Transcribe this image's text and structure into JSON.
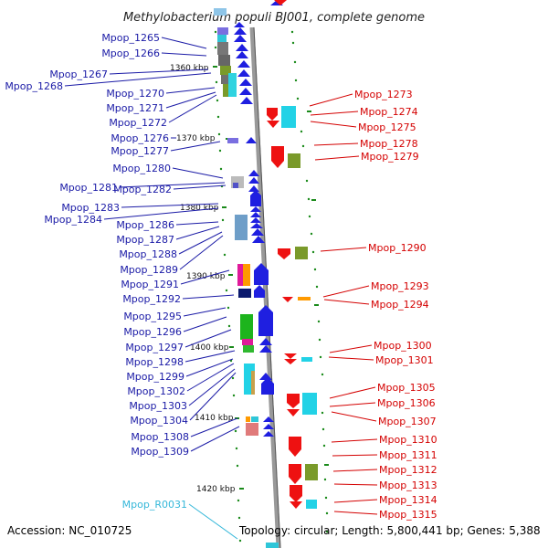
{
  "title": "Methylobacterium populi BJ001, complete genome",
  "accession": "Accession: NC_010725",
  "topology": "Topology: circular; Length: 5,800,441 bp; Genes: 5,388",
  "ticks": [
    "1360 kbp",
    "1370 kbp",
    "1380 kbp",
    "1390 kbp",
    "1400 kbp",
    "1410 kbp",
    "1420 kbp"
  ],
  "left_genes": [
    "Mpop_1265",
    "Mpop_1266",
    "Mpop_1267",
    "Mpop_1268",
    "Mpop_1270",
    "Mpop_1271",
    "Mpop_1272",
    "Mpop_1276",
    "Mpop_1277",
    "Mpop_1280",
    "Mpop_1281",
    "Mpop_1282",
    "Mpop_1283",
    "Mpop_1284",
    "Mpop_1286",
    "Mpop_1287",
    "Mpop_1288",
    "Mpop_1289",
    "Mpop_1291",
    "Mpop_1292",
    "Mpop_1295",
    "Mpop_1296",
    "Mpop_1297",
    "Mpop_1298",
    "Mpop_1299",
    "Mpop_1302",
    "Mpop_1303",
    "Mpop_1304",
    "Mpop_1308",
    "Mpop_1309"
  ],
  "right_genes": [
    "Mpop_1273",
    "Mpop_1274",
    "Mpop_1275",
    "Mpop_1278",
    "Mpop_1279",
    "Mpop_1290",
    "Mpop_1293",
    "Mpop_1294",
    "Mpop_1300",
    "Mpop_1301",
    "Mpop_1305",
    "Mpop_1306",
    "Mpop_1307",
    "Mpop_1310",
    "Mpop_1311",
    "Mpop_1312",
    "Mpop_1313",
    "Mpop_1314",
    "Mpop_1315"
  ],
  "rna_genes": [
    "Mpop_R0031"
  ],
  "colors": {
    "left_label": "#1a1aa6",
    "right_label": "#d40000",
    "rna_label": "#34b7d9",
    "forward_arrow": "#1f1fe0",
    "reverse_arrow": "#ee1111",
    "backbone": "#999999",
    "tick": "#1a8a1a"
  }
}
